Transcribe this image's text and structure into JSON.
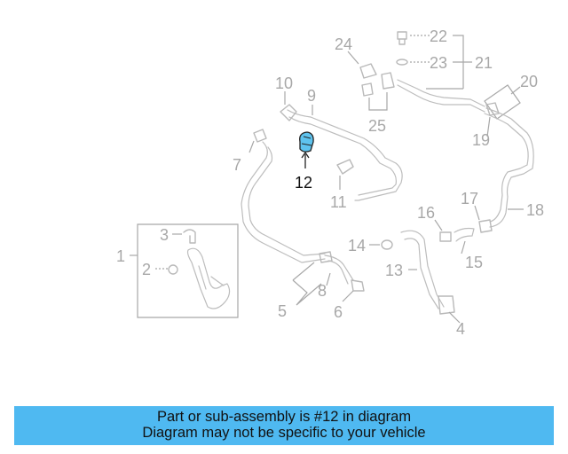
{
  "diagram": {
    "callouts": [
      "1",
      "2",
      "3",
      "4",
      "5",
      "6",
      "7",
      "8",
      "9",
      "10",
      "11",
      "12",
      "13",
      "14",
      "15",
      "16",
      "17",
      "18",
      "19",
      "20",
      "21",
      "22",
      "23",
      "24",
      "25"
    ],
    "highlighted_part": "12",
    "highlight_color": "#5ec3ee"
  },
  "banner": {
    "line1": "Part or sub-assembly is #12 in diagram",
    "line2": "Diagram may not be specific to your vehicle",
    "background": "#4fb9f1"
  }
}
